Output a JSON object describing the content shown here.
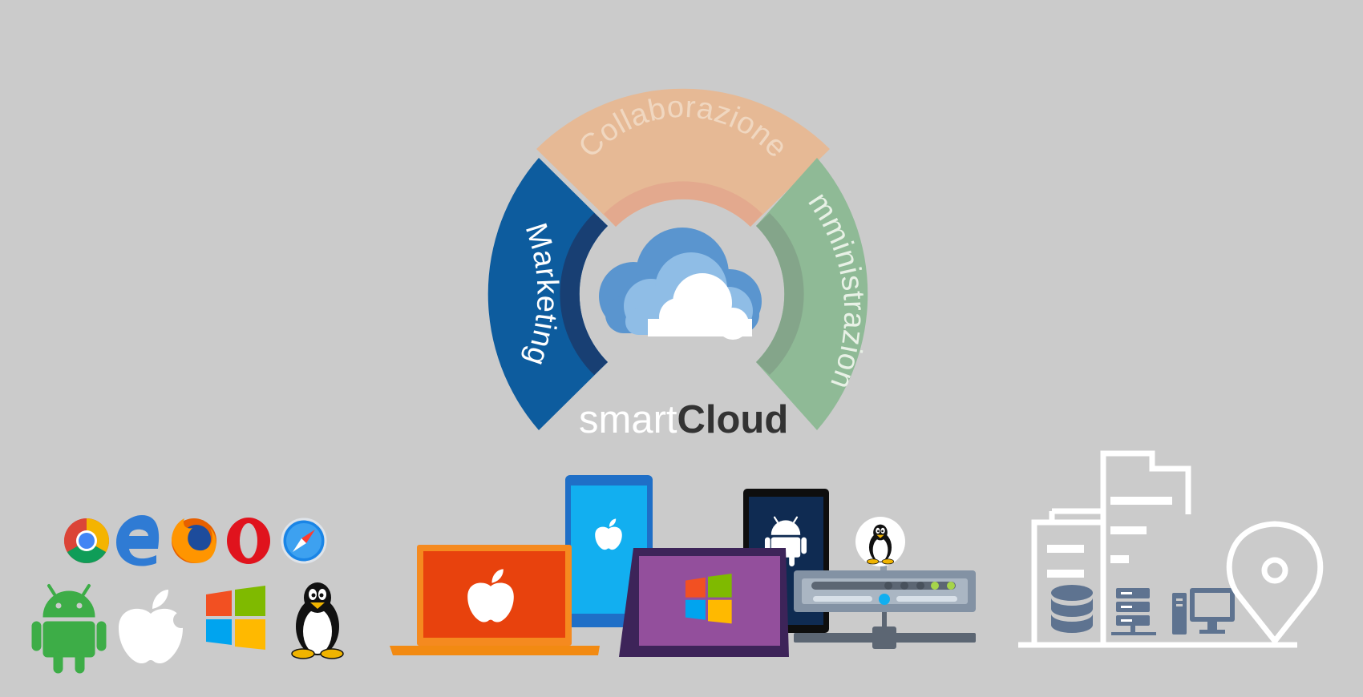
{
  "wheel": {
    "segments": [
      {
        "id": "marketing",
        "label": "Marketing",
        "color": "#0d5c9e",
        "inner_color": "#183f73",
        "text_color": "#ffffff"
      },
      {
        "id": "collaborazione",
        "label": "Collaborazione",
        "color": "#e6b995",
        "inner_color": "#e3a98e",
        "text_color": "#f0d7c0"
      },
      {
        "id": "amministrazione",
        "label": "Amministrazione",
        "color": "#8fba96",
        "inner_color": "#84a58a",
        "text_color": "#e8f1e6"
      }
    ],
    "center_icon": "cloud-icon"
  },
  "brand": {
    "light": "smart",
    "bold": "Cloud"
  },
  "browsers": [
    "chrome-icon",
    "edge-icon",
    "firefox-icon",
    "opera-icon",
    "safari-icon"
  ],
  "platforms": [
    "android-icon",
    "apple-icon",
    "windows-icon",
    "linux-icon"
  ],
  "devices": [
    "apple-laptop",
    "apple-tablet",
    "android-tablet",
    "windows-tablet",
    "linux-server"
  ],
  "infrastructure": [
    "office-buildings-icon",
    "database-icon",
    "server-rack-icon",
    "desktop-computer-icon",
    "location-pin-icon"
  ],
  "colors": {
    "background": "#cbcbcb",
    "brand_dark": "#333333",
    "line_art": "#ffffff"
  }
}
